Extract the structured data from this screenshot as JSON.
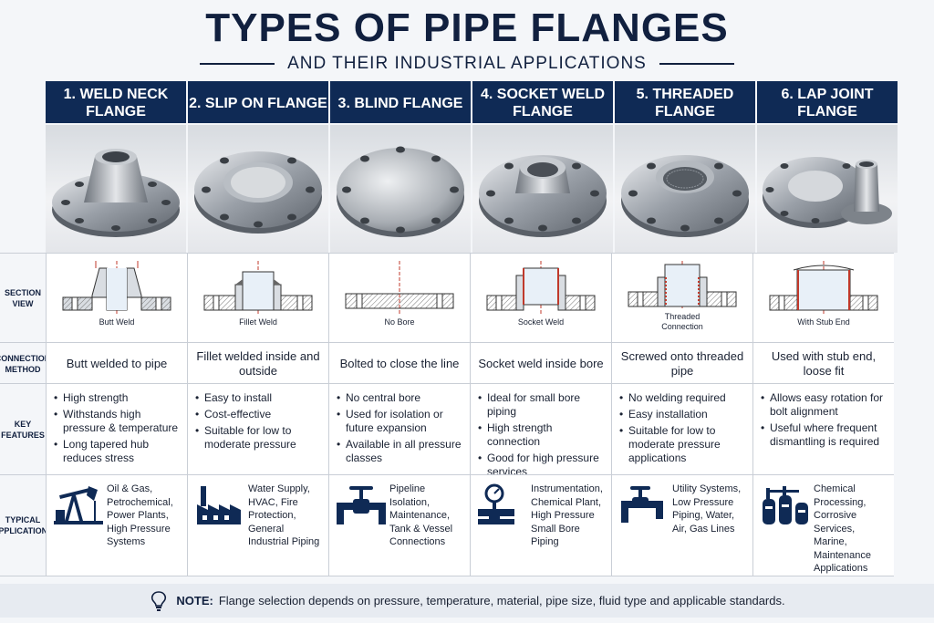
{
  "title": "TYPES OF PIPE FLANGES",
  "subtitle": "AND THEIR INDUSTRIAL APPLICATIONS",
  "row_labels": {
    "section": "SECTION VIEW",
    "connection": "CONNECTION METHOD",
    "features": "KEY FEATURES",
    "applications": "TYPICAL APPLICATIONS"
  },
  "flanges": [
    {
      "name": "1. WELD NECK FLANGE",
      "section_caption": "Butt Weld",
      "connection": "Butt welded to pipe",
      "features": [
        "High strength",
        "Withstands high pressure & temperature",
        "Long tapered hub reduces stress"
      ],
      "applications": "Oil & Gas, Petrochemical, Power Plants, High Pressure Systems",
      "app_icon": "oil-pump-icon"
    },
    {
      "name": "2. SLIP ON FLANGE",
      "section_caption": "Fillet Weld",
      "connection": "Fillet welded inside and outside",
      "features": [
        "Easy to install",
        "Cost-effective",
        "Suitable for low to moderate pressure"
      ],
      "applications": "Water Supply, HVAC, Fire Protection, General Industrial Piping",
      "app_icon": "factory-icon"
    },
    {
      "name": "3. BLIND FLANGE",
      "section_caption": "No Bore",
      "connection": "Bolted to close the line",
      "features": [
        "No central bore",
        "Used for isolation or future expansion",
        "Available in all pressure classes"
      ],
      "applications": "Pipeline Isolation, Maintenance, Tank & Vessel Connections",
      "app_icon": "valve-icon"
    },
    {
      "name": "4. SOCKET WELD FLANGE",
      "section_caption": "Socket Weld",
      "connection": "Socket weld inside bore",
      "features": [
        "Ideal for small bore piping",
        "High strength connection",
        "Good for high pressure services"
      ],
      "applications": "Instrumentation, Chemical Plant, High Pressure Small Bore Piping",
      "app_icon": "pressure-gauge-icon"
    },
    {
      "name": "5. THREADED FLANGE",
      "section_caption": "Threaded Connection",
      "connection": "Screwed onto threaded pipe",
      "features": [
        "No welding required",
        "Easy installation",
        "Suitable for low to moderate pressure applications"
      ],
      "applications": "Utility Systems, Low Pressure Piping, Water, Air, Gas Lines",
      "app_icon": "faucet-valve-icon"
    },
    {
      "name": "6. LAP JOINT FLANGE",
      "section_caption": "With Stub End",
      "connection": "Used with stub end, loose fit",
      "features": [
        "Allows easy rotation for bolt alignment",
        "Useful where frequent dismantling is required"
      ],
      "applications": "Chemical Processing, Corrosive Services, Marine, Maintenance Applications",
      "app_icon": "chemical-tanks-icon"
    }
  ],
  "note": {
    "label": "NOTE:",
    "text": "Flange selection depends on pressure, temperature, material, pipe size, fluid type and applicable standards."
  },
  "colors": {
    "navy": "#0f2a55",
    "accent_red": "#c0392b"
  }
}
